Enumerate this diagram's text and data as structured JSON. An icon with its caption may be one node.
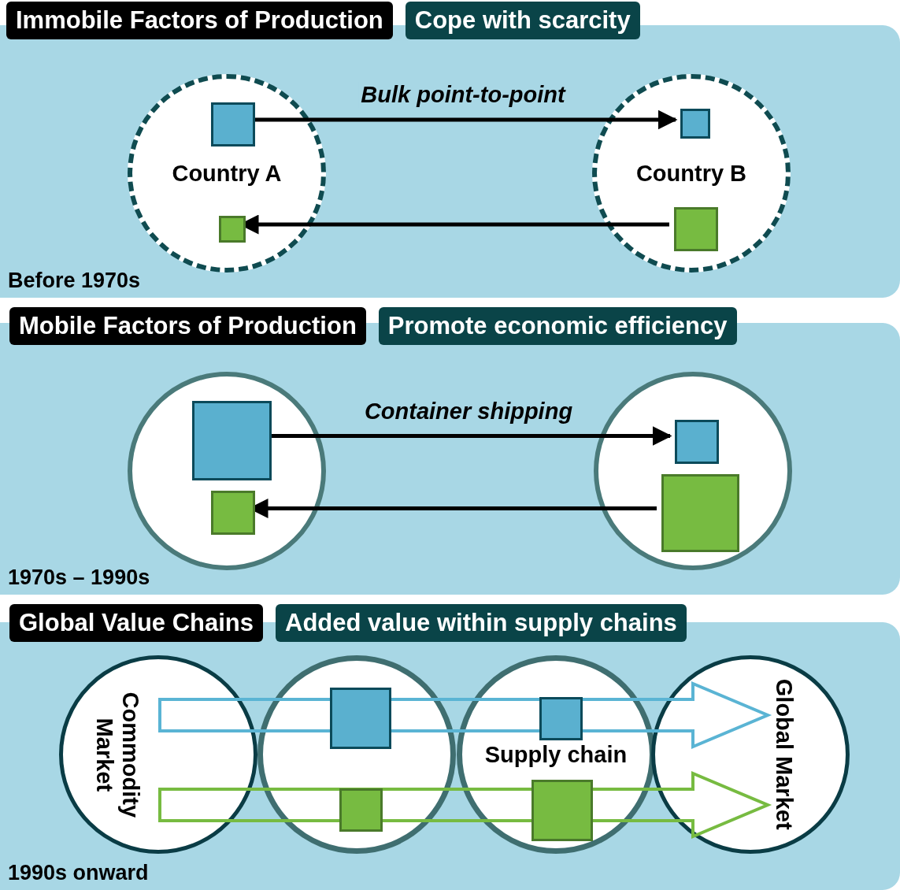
{
  "diagram": {
    "nodes": [
      {
        "text": [
          "Immobile Factors of Production"
        ]
      },
      {
        "text": [
          "Cope with scarcity"
        ]
      },
      {
        "text": [
          "Before 1970s"
        ]
      },
      {
        "text": [
          "Country A"
        ],
        "in": 2
      },
      {
        "text": [
          "Country B"
        ],
        "in": 2
      },
      {
        "text": [],
        "shape": "box",
        "in": 3
      },
      {
        "text": [],
        "shape": "box",
        "in": 3
      },
      {
        "text": [],
        "shape": "box",
        "in": 4
      },
      {
        "text": [],
        "shape": "box",
        "in": 4
      },
      {
        "text": [
          "Mobile Factors of Production"
        ]
      },
      {
        "text": [
          "Promote economic efficiency"
        ]
      },
      {
        "text": [
          "1970s – 1990s"
        ]
      },
      {
        "text": [],
        "shape": "circle",
        "in": 11
      },
      {
        "text": [],
        "shape": "circle",
        "in": 11
      },
      {
        "text": [],
        "shape": "box",
        "in": 12
      },
      {
        "text": [],
        "shape": "box",
        "in": 12
      },
      {
        "text": [],
        "shape": "box",
        "in": 13
      },
      {
        "text": [],
        "shape": "box",
        "in": 13
      },
      {
        "text": [
          "Global Value Chains"
        ]
      },
      {
        "text": [
          "Added value within supply chains"
        ]
      },
      {
        "text": [
          "1990s onward"
        ]
      },
      {
        "text": [
          "Commodity Market"
        ],
        "in": 20
      },
      {
        "text": [],
        "shape": "circle",
        "in": 20
      },
      {
        "text": [
          "Supply chain"
        ],
        "in": 20
      },
      {
        "text": [
          "Global Market"
        ],
        "in": 20
      },
      {
        "text": [],
        "shape": "box",
        "in": 22
      },
      {
        "text": [],
        "shape": "box",
        "in": 22
      },
      {
        "text": [],
        "shape": "box",
        "in": 23
      },
      {
        "text": [],
        "shape": "box",
        "in": 23
      }
    ],
    "edges": [
      {
        "from": 5,
        "to": 7,
        "arrow": "to",
        "label": "Bulk point-to-point"
      },
      {
        "from": 8,
        "to": 6,
        "arrow": "to"
      },
      {
        "from": 14,
        "to": 16,
        "arrow": "to",
        "label": "Container shipping"
      },
      {
        "from": 17,
        "to": 15,
        "arrow": "to"
      },
      {
        "from": 21,
        "to": 24,
        "arrow": "to",
        "style": "thick",
        "color": "#5ab4d4"
      },
      {
        "from": 21,
        "to": 24,
        "arrow": "to",
        "style": "thick",
        "color": "#77bb41"
      }
    ]
  }
}
